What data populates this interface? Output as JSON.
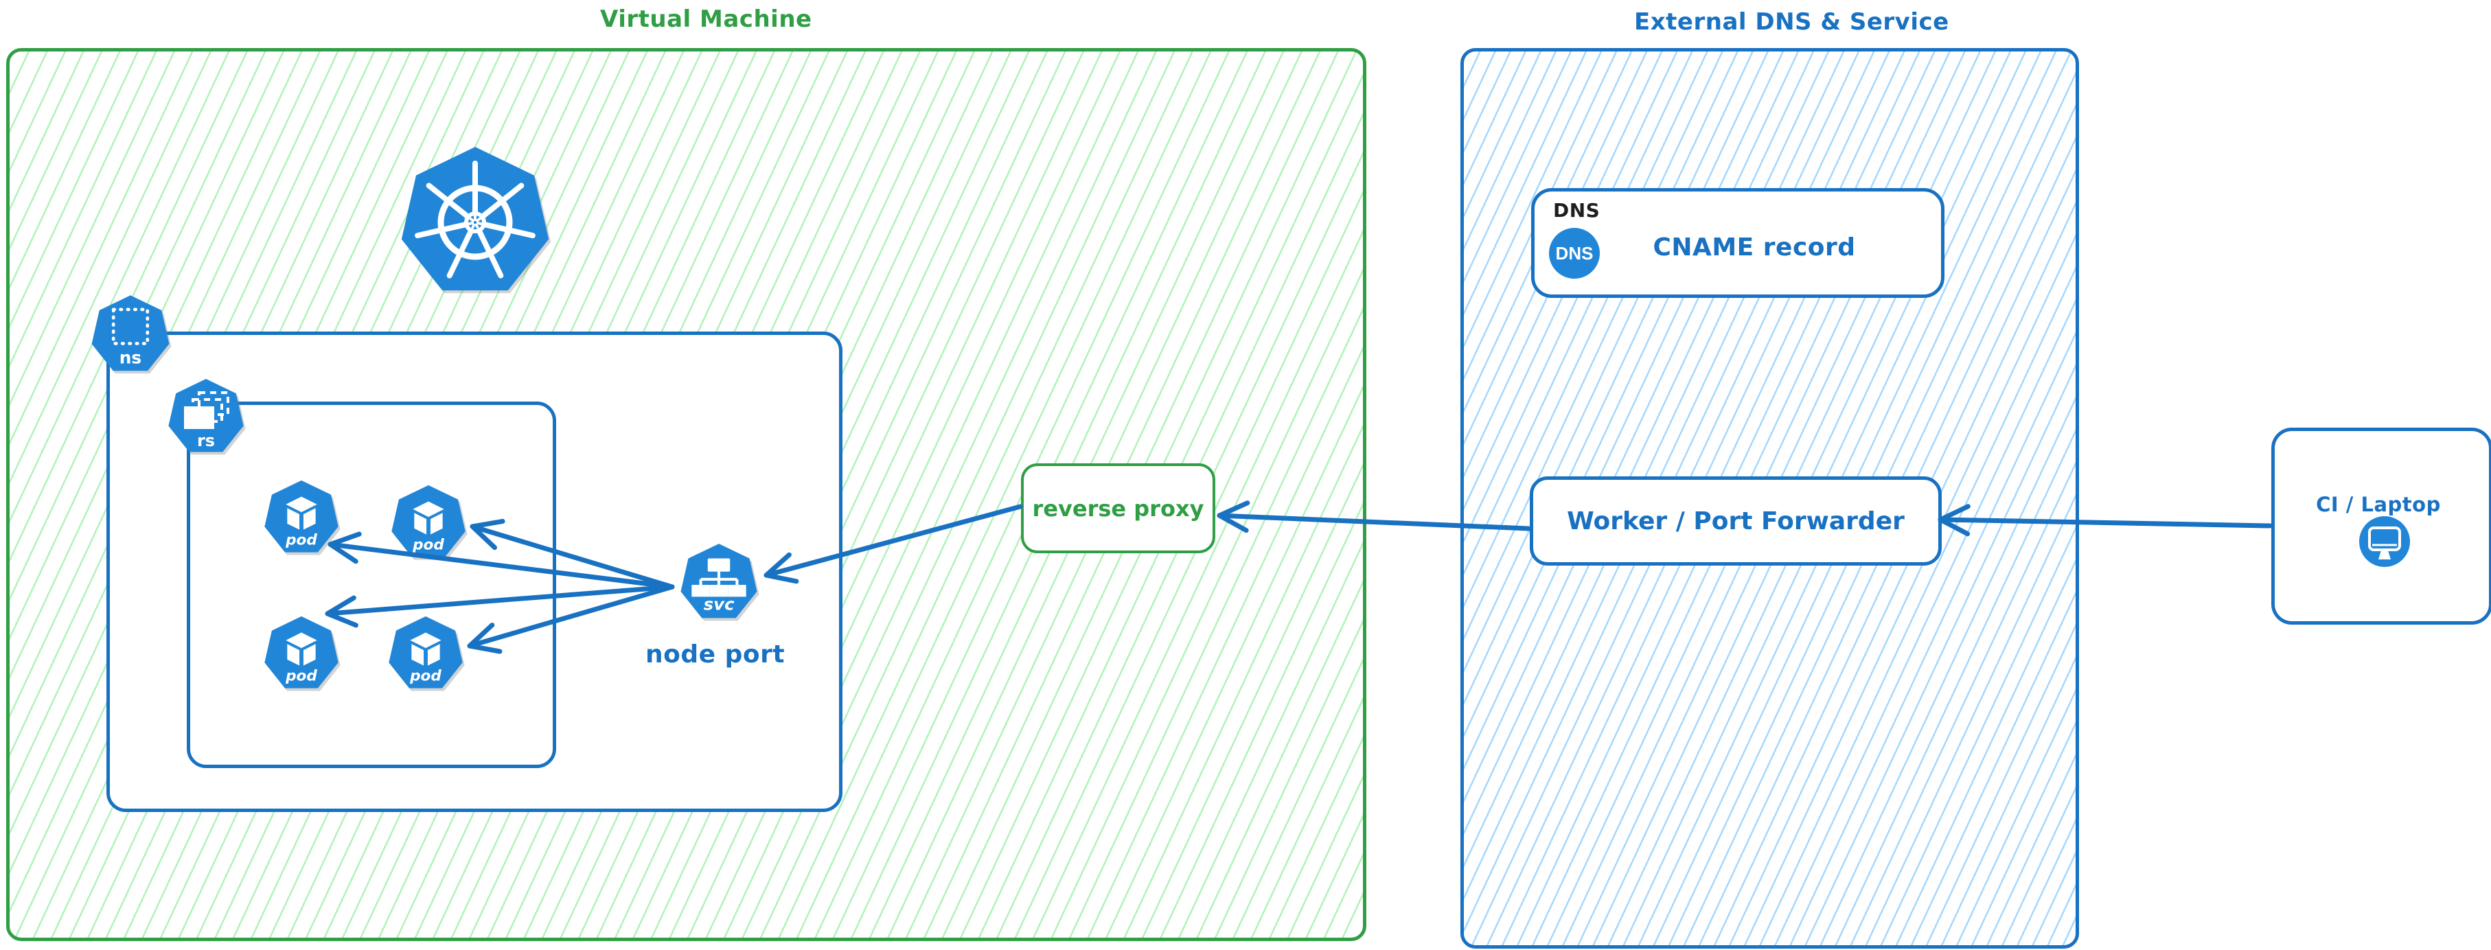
{
  "vm": {
    "title": "Virtual Machine"
  },
  "external": {
    "title": "External DNS & Service"
  },
  "kubernetes": {
    "icon": "kubernetes-wheel"
  },
  "namespace": {
    "label": "ns"
  },
  "replicaset": {
    "label": "rs"
  },
  "pods": [
    {
      "label": "pod"
    },
    {
      "label": "pod"
    },
    {
      "label": "pod"
    },
    {
      "label": "pod"
    }
  ],
  "service": {
    "label": "svc",
    "caption": "node port"
  },
  "reverse_proxy": {
    "label": "reverse proxy"
  },
  "dns": {
    "tag": "DNS",
    "badge": "DNS",
    "label": "CNAME record"
  },
  "worker": {
    "label": "Worker / Port Forwarder"
  },
  "ci": {
    "label": "CI / Laptop"
  },
  "colors": {
    "green_stroke": "#2f9e44",
    "green_hatch": "#b2f2bb",
    "blue_stroke": "#1971c2",
    "blue_hatch": "#a5d8ff",
    "icon_blue": "#2186d8",
    "text_black": "#1e1e1e"
  }
}
